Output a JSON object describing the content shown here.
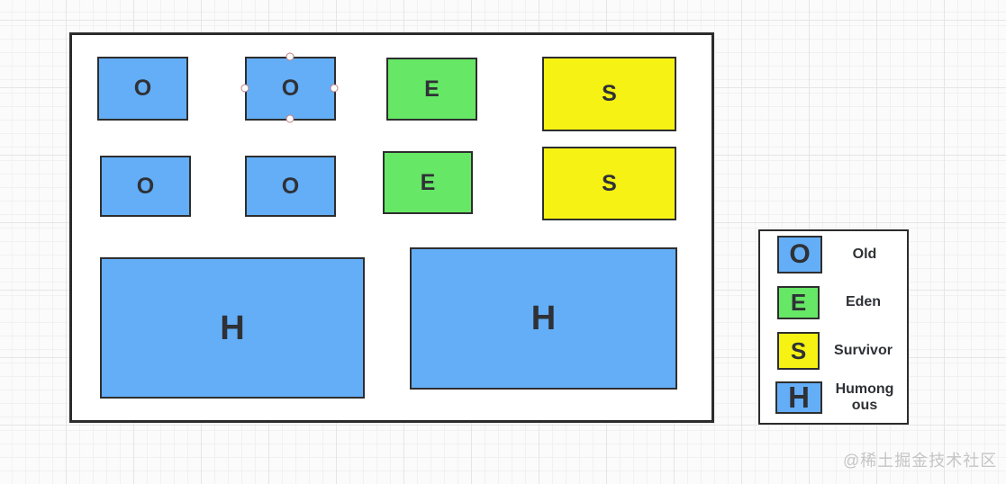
{
  "canvas": {
    "watermark": "@稀土掘金技术社区"
  },
  "colors": {
    "old": "#63AEF7",
    "eden": "#66E766",
    "survivor": "#F6F213",
    "humongous": "#63AEF7",
    "shape_border": "#2E2E2E",
    "shape_text": "#2F3136",
    "selection_handle_border": "#C08080",
    "watermark_text": "#C5C5C5"
  },
  "diagram": {
    "regions": [
      {
        "label": "O",
        "type": "old",
        "color": "#63AEF7"
      },
      {
        "label": "O",
        "type": "old",
        "color": "#63AEF7",
        "selected": true
      },
      {
        "label": "E",
        "type": "eden",
        "color": "#66E766"
      },
      {
        "label": "S",
        "type": "survivor",
        "color": "#F6F213"
      },
      {
        "label": "O",
        "type": "old",
        "color": "#63AEF7"
      },
      {
        "label": "O",
        "type": "old",
        "color": "#63AEF7"
      },
      {
        "label": "E",
        "type": "eden",
        "color": "#66E766"
      },
      {
        "label": "S",
        "type": "survivor",
        "color": "#F6F213"
      },
      {
        "label": "H",
        "type": "humongous",
        "color": "#63AEF7"
      },
      {
        "label": "H",
        "type": "humongous",
        "color": "#63AEF7"
      }
    ]
  },
  "legend": {
    "items": [
      {
        "symbol": "O",
        "label": "Old",
        "color": "#63AEF7"
      },
      {
        "symbol": "E",
        "label": "Eden",
        "color": "#66E766"
      },
      {
        "symbol": "S",
        "label": "Survivor",
        "color": "#F6F213"
      },
      {
        "symbol": "H",
        "label": "Humongous",
        "color": "#63AEF7"
      }
    ]
  }
}
